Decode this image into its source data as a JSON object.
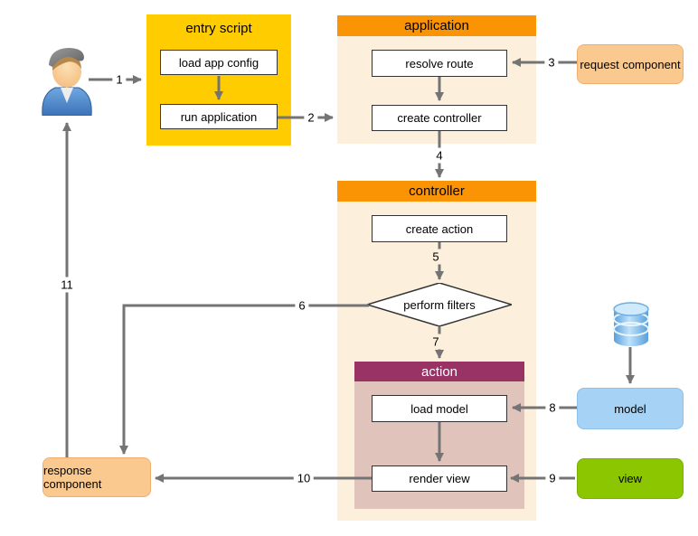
{
  "colors": {
    "accent_orange": "#FB9404",
    "panel_peach": "#FCEFDB",
    "entry_yellow": "#FFCC00",
    "action_header_maroon": "#993366",
    "action_body_pink": "#E0C4BC",
    "component_peach": "#FAC98F",
    "model_blue": "#A6D2F5",
    "view_green": "#8CC600",
    "arrow_gray": "#747474"
  },
  "icons": {
    "user": "user-icon",
    "database": "database-icon"
  },
  "entry_script": {
    "title": "entry script",
    "steps": {
      "load_config": "load app config",
      "run_app": "run application"
    }
  },
  "application": {
    "title": "application",
    "steps": {
      "resolve_route": "resolve route",
      "create_controller": "create controller"
    }
  },
  "controller": {
    "title": "controller",
    "steps": {
      "create_action": "create action",
      "perform_filters": "perform filters"
    }
  },
  "action": {
    "title": "action",
    "steps": {
      "load_model": "load model",
      "render_view": "render view"
    }
  },
  "components": {
    "request": "request component",
    "response": "response component",
    "model": "model",
    "view": "view"
  },
  "arrow_labels": {
    "n1": "1",
    "n2": "2",
    "n3": "3",
    "n4": "4",
    "n5": "5",
    "n6": "6",
    "n7": "7",
    "n8": "8",
    "n9": "9",
    "n10": "10",
    "n11": "11"
  }
}
